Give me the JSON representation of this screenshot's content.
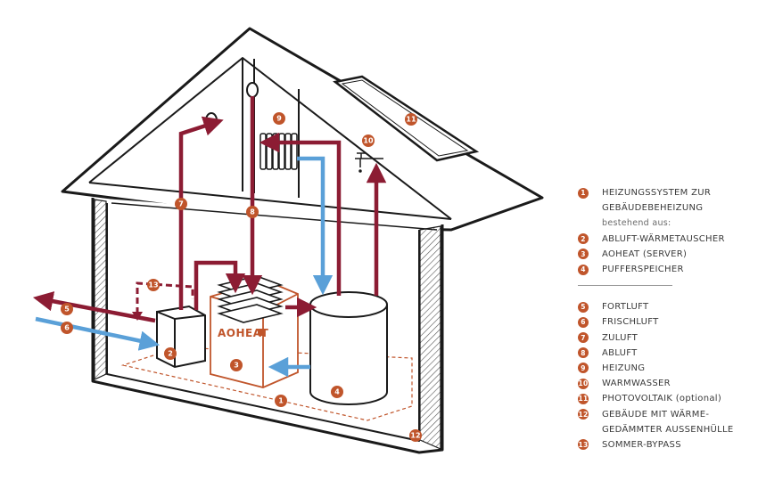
{
  "logo_text": "AOHEAT",
  "callouts": [
    "1",
    "2",
    "3",
    "4",
    "5",
    "6",
    "7",
    "8",
    "9",
    "10",
    "11",
    "12",
    "13"
  ],
  "colors": {
    "accent": "#c0552b",
    "exhaust_arrow": "#8c1c33",
    "fresh_air_arrow": "#5aa0d8",
    "outline": "#1a1a1a"
  },
  "legend": {
    "group1": [
      {
        "num": "1",
        "lines": [
          "HEIZUNGSSYSTEM ZUR",
          "GEBÄUDEBEHEIZUNG"
        ]
      }
    ],
    "sub_label": "bestehend aus:",
    "group1b": [
      {
        "num": "2",
        "text": "ABLUFT-WÄRMETAUSCHER"
      },
      {
        "num": "3",
        "text": "AOHEAT (SERVER)"
      },
      {
        "num": "4",
        "text": "PUFFERSPEICHER"
      }
    ],
    "group2": [
      {
        "num": "5",
        "text": "FORTLUFT"
      },
      {
        "num": "6",
        "text": "FRISCHLUFT"
      },
      {
        "num": "7",
        "text": "ZULUFT"
      },
      {
        "num": "8",
        "text": "ABLUFT"
      },
      {
        "num": "9",
        "text": "HEIZUNG"
      },
      {
        "num": "10",
        "text": "WARMWASSER"
      },
      {
        "num": "11",
        "text": "PHOTOVOLTAIK (optional)"
      },
      {
        "num": "12",
        "lines": [
          "GEBÄUDE MIT WÄRME-",
          "GEDÄMMTER AUSSENHÜLLE"
        ]
      },
      {
        "num": "13",
        "text": "SOMMER-BYPASS"
      }
    ]
  }
}
